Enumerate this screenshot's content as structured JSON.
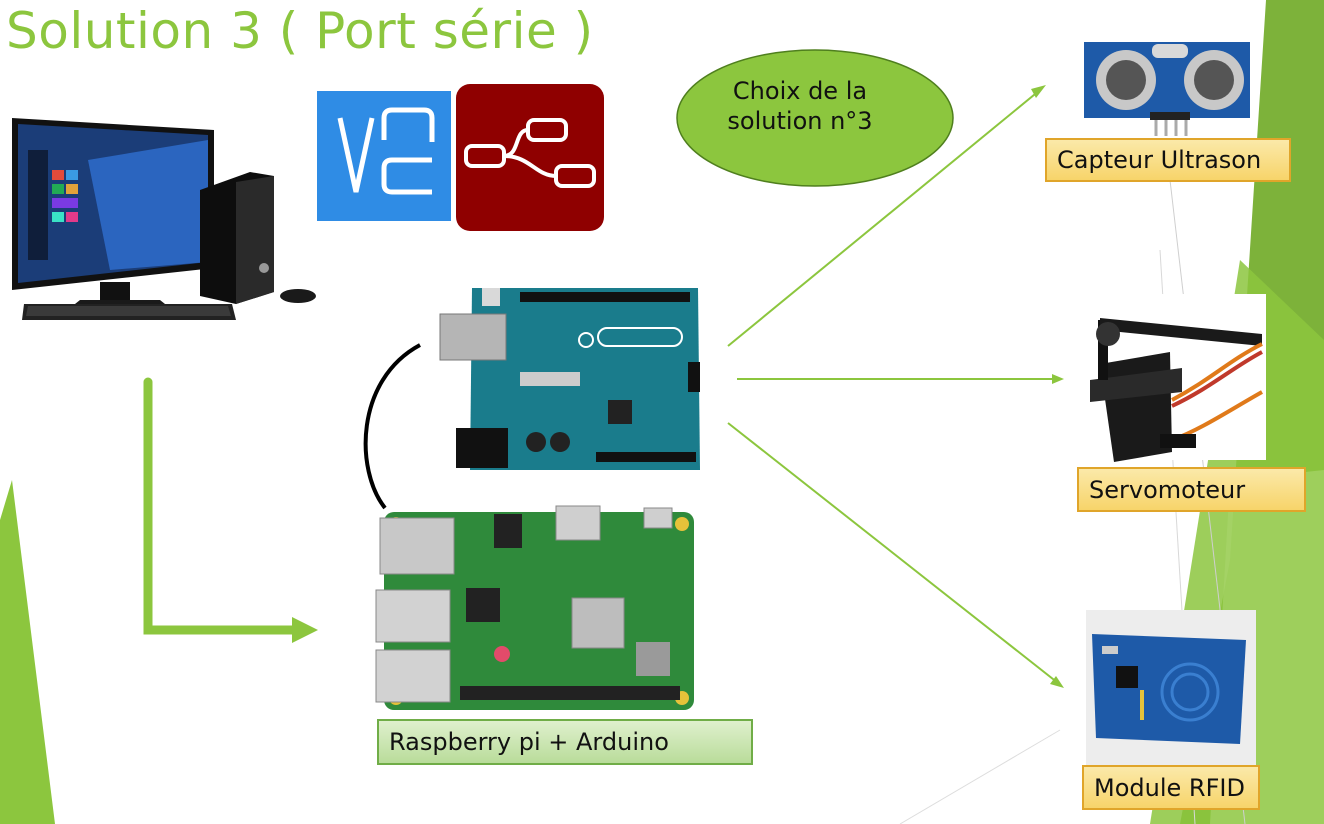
{
  "title": "Solution 3 ( Port série )",
  "callout": {
    "line1": "Choix de la",
    "line2": "solution n°3"
  },
  "labels": {
    "raspberry": "Raspberry pi + Arduino",
    "ultrason": "Capteur Ultrason",
    "servo": "Servomoteur",
    "rfid": "Module RFID"
  },
  "images": {
    "computer": "desktop-computer",
    "vnc": "vnc-logo",
    "nodered": "node-red-logo",
    "arduino": "arduino-uno-board",
    "raspberry": "raspberry-pi-board",
    "ultrasonic": "hc-sr04-sensor",
    "servo": "servo-motor",
    "rfid": "rfid-rc522-module"
  },
  "colors": {
    "accent_green": "#8cc63e",
    "label_yellow": "#f7d46a",
    "label_green": "#b9dc9a"
  }
}
